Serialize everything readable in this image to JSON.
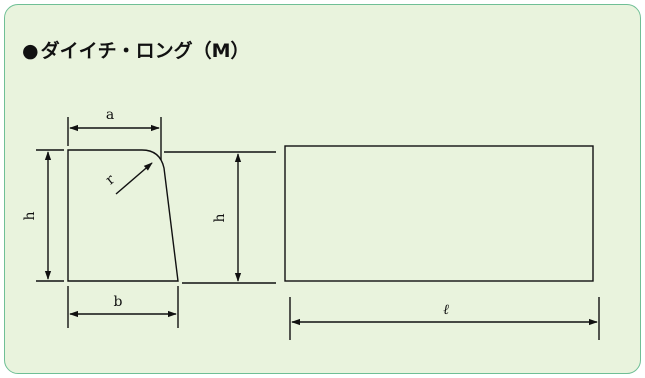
{
  "title": {
    "bullet": "●",
    "text": "ダイイチ・ロング（M）"
  },
  "labels": {
    "a": "a",
    "b": "b",
    "h_left": "h",
    "h_mid": "h",
    "r": "r",
    "l": "ℓ"
  },
  "colors": {
    "panel_bg": "#e9f3dd",
    "panel_border": "#6fbf95",
    "line": "#111111"
  }
}
